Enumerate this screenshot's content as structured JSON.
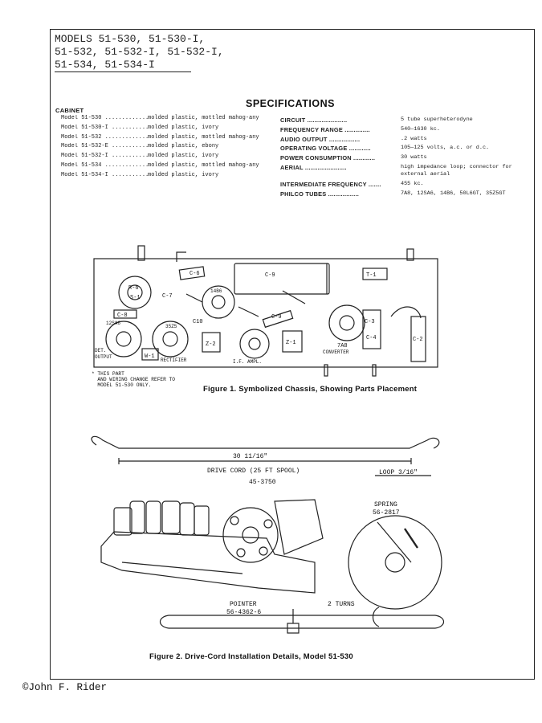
{
  "models_header": {
    "line1": "MODELS 51-530, 51-530-I,",
    "line2": "51-532, 51-532-I, 51-532-I,",
    "line3": "51-534, 51-534-I"
  },
  "specs": {
    "title": "SPECIFICATIONS",
    "cabinet_heading": "CABINET",
    "cabinet_rows": [
      {
        "model": "Model 51-530 ..............",
        "desc": "molded plastic, mottled mahog-any"
      },
      {
        "model": "Model 51-530-I ............",
        "desc": "molded plastic, ivory"
      },
      {
        "model": "Model 51-532 ..............",
        "desc": "molded plastic, mottled mahog-any"
      },
      {
        "model": "Model 51-532-E ............",
        "desc": "molded plastic, ebony"
      },
      {
        "model": "Model 51-532-I ............",
        "desc": "molded plastic, ivory"
      },
      {
        "model": "Model 51-534 ..............",
        "desc": "molded plastic, mottled mahog-any"
      },
      {
        "model": "Model 51-534-I ............",
        "desc": "molded plastic, ivory"
      }
    ],
    "rows": [
      {
        "key": "CIRCUIT ......................",
        "value": "5 tube superheterodyne"
      },
      {
        "key": "FREQUENCY RANGE ..............",
        "value": "540—1630 kc."
      },
      {
        "key": "AUDIO OUTPUT .................",
        "value": ".2 watts"
      },
      {
        "key": "OPERATING VOLTAGE ............",
        "value": "105—125 volts, a.c. or d.c."
      },
      {
        "key": "POWER CONSUMPTION ............",
        "value": "30 watts"
      },
      {
        "key": "AERIAL .......................",
        "value": "high impedance loop; connector for external aerial"
      },
      {
        "key": "INTERMEDIATE FREQUENCY .......",
        "value": "455 kc."
      },
      {
        "key": "PHILCO TUBES .................",
        "value": "7A8, 12SA6, 14B6, 50L6GT, 35Z5GT"
      }
    ]
  },
  "figure1": {
    "caption": "Figure 1.  Symbolized Chassis, Showing Parts Placement",
    "note_line1": "* THIS PART",
    "note_line2": "  AND WIRING CHANGE REFER TO",
    "note_line3": "  MODEL 51-530 ONLY.",
    "labels": {
      "c6": "C-6",
      "c9": "C-9",
      "c8": "C-8",
      "c7": "C-7",
      "c3": "C-3",
      "c2": "C-2",
      "c4": "C-4",
      "r6": "R-6",
      "s1": "S-1",
      "c10": "C10",
      "t1": "T-1",
      "z1": "Z-1",
      "z2": "Z-2",
      "w1": "W-1",
      "tube_7a8": "7A8",
      "converter": "CONVERTER",
      "rectifier": "RECTIFIER",
      "i_f_ampl": "I.F. AMPL.",
      "tube_35z5": "35Z5",
      "tube_12sa6": "12SA6",
      "tube_14b6": "14B6",
      "detector": "DET.",
      "output": "OUTPUT"
    }
  },
  "figure2": {
    "caption": "Figure 2.  Drive-Cord Installation Details, Model 51-530",
    "dimension": "30 11/16\"",
    "drive_cord": "DRIVE CORD (25 FT SPOOL)",
    "part_no": "45-3750",
    "loop": "LOOP 3/16\"",
    "spring": "SPRING",
    "spring_part": "56-2817",
    "pointer": "POINTER",
    "pointer_part": "56-4362-6",
    "turns": "2 TURNS"
  },
  "credit": "©John F. Rider"
}
